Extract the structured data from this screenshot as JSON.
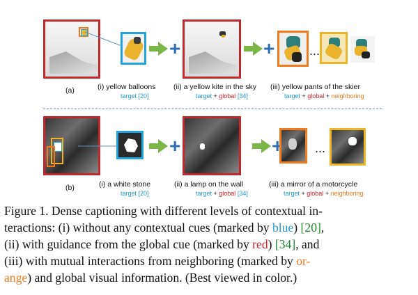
{
  "colors": {
    "blue": "#1f9ad6",
    "red": "#d01f2a",
    "orange": "#f07a1b",
    "yellow": "#f0b428",
    "arrow_green": "#7ab648",
    "plus_blue": "#2e6fb7",
    "divider": "#5b8fc7",
    "cite_green": "#1a8a2a"
  },
  "row_a": {
    "label": "(a)",
    "items": [
      {
        "text": "(i) yellow balloons",
        "cues": [
          {
            "text": "target [20]",
            "color": "blue"
          }
        ]
      },
      {
        "text": "(ii) a yellow kite in the sky",
        "cues": [
          {
            "text": "target",
            "color": "blue"
          },
          {
            "text": " + ",
            "color": "black"
          },
          {
            "text": "global",
            "color": "red"
          },
          {
            "text": " [34]",
            "color": "blue"
          }
        ]
      },
      {
        "text": "(iii)  yellow pants of the skier",
        "cues": [
          {
            "text": "target",
            "color": "blue"
          },
          {
            "text": " + ",
            "color": "black"
          },
          {
            "text": "global",
            "color": "red"
          },
          {
            "text": " + ",
            "color": "black"
          },
          {
            "text": "neighboring",
            "color": "orange"
          }
        ]
      }
    ],
    "ellipsis": "..."
  },
  "row_b": {
    "label": "(b)",
    "items": [
      {
        "text": "(i) a white stone",
        "cues": [
          {
            "text": "target [20]",
            "color": "blue"
          }
        ]
      },
      {
        "text": "(ii)  a lamp on the wall",
        "cues": [
          {
            "text": "target",
            "color": "blue"
          },
          {
            "text": " + ",
            "color": "black"
          },
          {
            "text": "global",
            "color": "red"
          },
          {
            "text": " [34]",
            "color": "blue"
          }
        ]
      },
      {
        "text": "(iii)  a mirror of a motorcycle",
        "cues": [
          {
            "text": "target",
            "color": "blue"
          },
          {
            "text": " + ",
            "color": "black"
          },
          {
            "text": "global",
            "color": "red"
          },
          {
            "text": " + ",
            "color": "black"
          },
          {
            "text": "neighboring",
            "color": "orange"
          }
        ]
      }
    ],
    "ellipsis": "..."
  },
  "icons": {
    "plus": "+",
    "arrow": "right-arrow-icon"
  },
  "caption": {
    "lines": [
      [
        {
          "t": "Figure 1. Dense captioning with different levels of contextual in-",
          "c": ""
        }
      ],
      [
        {
          "t": "teractions: (i) without any contextual cues (marked by ",
          "c": ""
        },
        {
          "t": "blue",
          "c": "blue"
        },
        {
          "t": ") ",
          "c": ""
        },
        {
          "t": "[20]",
          "c": "cite"
        },
        {
          "t": ",",
          "c": ""
        }
      ],
      [
        {
          "t": "(ii) with guidance from the global cue (marked by ",
          "c": ""
        },
        {
          "t": "red",
          "c": "red"
        },
        {
          "t": ") ",
          "c": ""
        },
        {
          "t": "[34]",
          "c": "cite"
        },
        {
          "t": ", and",
          "c": ""
        }
      ],
      [
        {
          "t": "(iii) with mutual interactions from neighboring (marked by ",
          "c": ""
        },
        {
          "t": "or-",
          "c": "orange"
        }
      ],
      [
        {
          "t": "ange",
          "c": "orange"
        },
        {
          "t": ") and global visual information. (Best viewed in color.)",
          "c": ""
        }
      ]
    ]
  }
}
